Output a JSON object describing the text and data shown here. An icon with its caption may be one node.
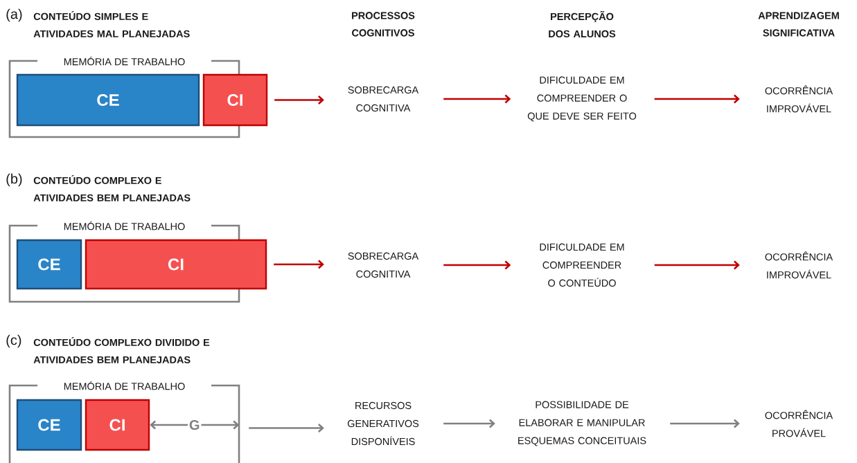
{
  "diagram": {
    "nodes": [
      {
        "text": [
          "MEMÓRIA DE TRABALHO"
        ]
      },
      {
        "text": [
          "CE"
        ],
        "in": 0
      },
      {
        "text": [
          "CI"
        ]
      },
      {
        "text": [
          "SOBRECARGA COGNITIVA"
        ]
      },
      {
        "text": [
          "DIFICULDADE EM COMPREENDER O QUE DEVE SER FEITO"
        ]
      },
      {
        "text": [
          "OCORRÊNCIA IMPROVÁVEL"
        ]
      },
      {
        "text": [
          "MEMÓRIA DE TRABALHO"
        ]
      },
      {
        "text": [
          "CE"
        ],
        "in": 6
      },
      {
        "text": [
          "CI"
        ]
      },
      {
        "text": [
          "SOBRECARGA COGNITIVA"
        ]
      },
      {
        "text": [
          "DIFICULDADE EM COMPREENDER O CONTEÚDO"
        ]
      },
      {
        "text": [
          "OCORRÊNCIA IMPROVÁVEL"
        ]
      },
      {
        "text": [
          "MEMÓRIA DE TRABALHO"
        ]
      },
      {
        "text": [
          "CE"
        ],
        "in": 12
      },
      {
        "text": [
          "CI"
        ],
        "in": 12
      },
      {
        "text": [
          "RECURSOS GENERATIVOS DISPONÍVEIS"
        ]
      },
      {
        "text": [
          "POSSIBILIDADE DE ELABORAR E MANIPULAR ESQUEMAS CONCEITUAIS"
        ]
      },
      {
        "text": [
          "OCORRÊNCIA PROVÁVEL"
        ]
      }
    ],
    "edges": [
      {
        "from": 2,
        "to": 3,
        "arrow": "to"
      },
      {
        "from": 3,
        "to": 4,
        "arrow": "to"
      },
      {
        "from": 4,
        "to": 5,
        "arrow": "to"
      },
      {
        "from": 8,
        "to": 9,
        "arrow": "to"
      },
      {
        "from": 9,
        "to": 10,
        "arrow": "to"
      },
      {
        "from": 10,
        "to": 11,
        "arrow": "to"
      },
      {
        "from": 14,
        "to": 12,
        "arrow": "both",
        "label": "G",
        "color": "#808080"
      },
      {
        "from": 12,
        "to": 15,
        "arrow": "to",
        "color": "#808080"
      },
      {
        "from": 15,
        "to": 16,
        "arrow": "to",
        "color": "#808080"
      },
      {
        "from": 16,
        "to": 17,
        "arrow": "to",
        "color": "#808080"
      }
    ],
    "labels": [
      "(a)",
      "CONTEÚDO SIMPLES E ATIVIDADES MAL PLANEJADAS",
      "PROCESSOS COGNITIVOS",
      "PERCEPÇÃO DOS ALUNOS",
      "APRENDIZAGEM SIGNIFICATIVA",
      "(b)",
      "CONTEÚDO COMPLEXO E ATIVIDADES BEM PLANEJADAS",
      "(c)",
      "CONTEÚDO COMPLEXO DIVIDIDO E ATIVIDADES BEM PLANEJADAS"
    ]
  }
}
